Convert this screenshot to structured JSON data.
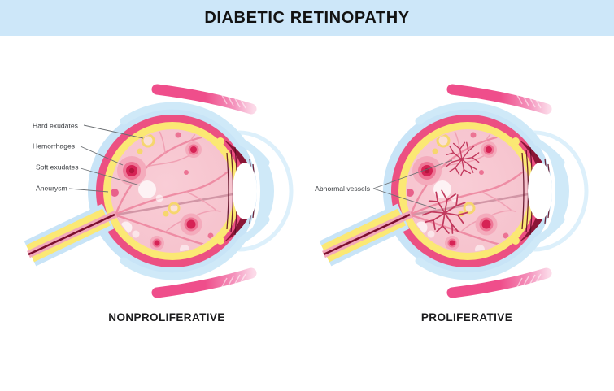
{
  "header": {
    "title": "DIABETIC RETINOPATHY"
  },
  "panels": [
    {
      "caption": "NONPROLIFERATIVE",
      "labels": [
        {
          "text": "Hard exudates"
        },
        {
          "text": "Hemorrhages"
        },
        {
          "text": "Soft exudates"
        },
        {
          "text": "Aneurysm"
        }
      ]
    },
    {
      "caption": "PROLIFERATIVE",
      "labels": [
        {
          "text": "Abnormal vessels"
        }
      ]
    }
  ],
  "palette": {
    "banner_bg": "#cde7f9",
    "title_color": "#121212",
    "sclera_blue": "#c8e4f7",
    "choroid_pink": "#ec5082",
    "retina_yellow": "#fbe874",
    "vitreous_pink": "#f6c4ce",
    "vessel_pink": "#ee8aa2",
    "iris_maroon": "#8a1536",
    "hemorrhage_red": "#d62355",
    "label_color": "#3b3e42"
  }
}
